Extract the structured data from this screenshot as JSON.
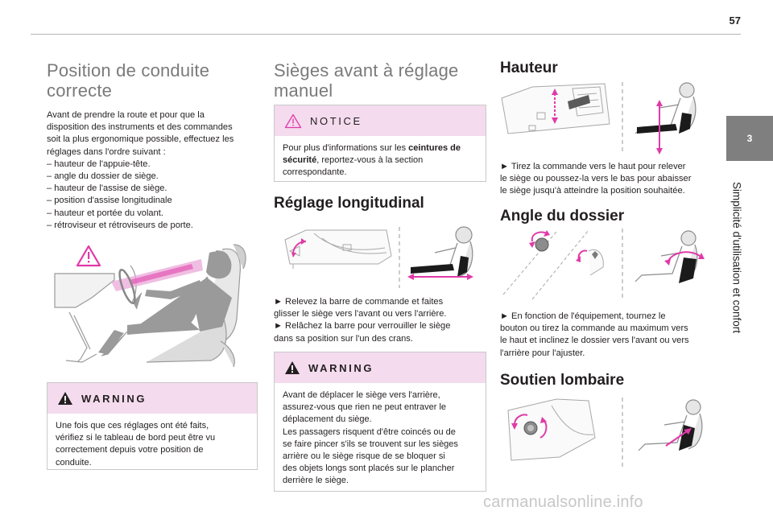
{
  "page": {
    "number": "57"
  },
  "side": {
    "chapter": "3",
    "title": "Simplicité d'utilisation et confort"
  },
  "col1": {
    "heading_line1": "Position de conduite",
    "heading_line2": "correcte",
    "intro": [
      "Avant de prendre la route et pour que la",
      "disposition des instruments et des commandes",
      "soit la plus ergonomique possible, effectuez les",
      "réglages dans l'ordre suivant :"
    ],
    "items": [
      "–  hauteur de l'appuie-tête.",
      "–  angle du dossier de siège.",
      "–  hauteur de l'assise de siège.",
      "–  position d'assise longitudinale",
      "–  hauteur et portée du volant.",
      "–  rétroviseur et rétroviseurs de porte."
    ],
    "warning": {
      "label": "WARNING",
      "lines": [
        "Une fois que ces réglages ont été faits,",
        "vérifiez si le tableau de bord peut être vu",
        "correctement depuis votre position de",
        "conduite."
      ]
    }
  },
  "col2": {
    "heading_line1": "Sièges avant à réglage",
    "heading_line2": "manuel",
    "notice": {
      "label": "NOTICE",
      "line1_pre": "Pour plus d'informations sur les ",
      "line1_bold": "ceintures de",
      "line2_bold": "sécurité",
      "line2_post": ", reportez-vous à la section",
      "line3": "correspondante."
    },
    "long_heading": "Réglage longitudinal",
    "long_text": [
      "►  Relevez la barre de commande et faites",
      "glisser le siège vers l'avant ou vers l'arrière.",
      "►  Relâchez la barre pour verrouiller le siège",
      "dans sa position sur l'un des crans."
    ],
    "warning": {
      "label": "WARNING",
      "lines": [
        "Avant de déplacer le siège vers l'arrière,",
        "assurez-vous que rien ne peut entraver le",
        "déplacement du siège.",
        "Les passagers risquent d'être coincés ou de",
        "se faire pincer s'ils se trouvent sur les sièges",
        "arrière ou le siège risque de se bloquer si",
        "des objets longs sont placés sur le plancher",
        "derrière le siège."
      ]
    }
  },
  "col3": {
    "hauteur_heading": "Hauteur",
    "hauteur_text": [
      "►  Tirez la commande vers le haut pour relever",
      "le siège ou poussez-la vers le bas pour abaisser",
      "le siège jusqu'à atteindre la position souhaitée."
    ],
    "angle_heading": "Angle du dossier",
    "angle_text": [
      "►  En fonction de l'équipement, tournez le",
      "bouton ou tirez la commande au maximum vers",
      "le haut et inclinez le dossier vers l'avant ou vers",
      "l'arrière pour l'ajuster."
    ],
    "lombaire_heading": "Soutien lombaire"
  },
  "watermark": "carmanualsonline.info",
  "colors": {
    "accent": "#e03aa8",
    "box_header": "#f4dbee",
    "chapter_tab": "#7f7f7f",
    "warning_icon": "#231f20",
    "figure_line": "#a0a0a0"
  }
}
